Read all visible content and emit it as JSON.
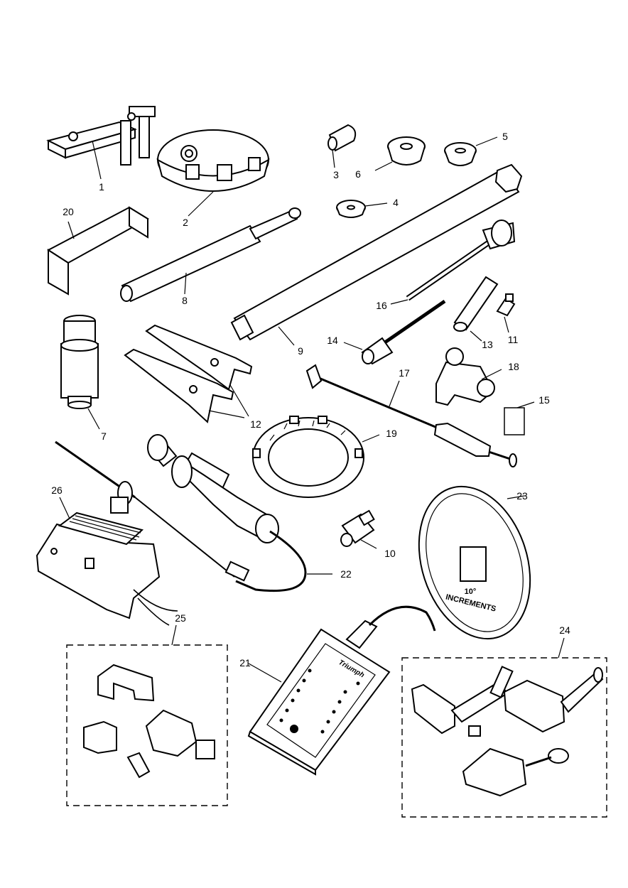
{
  "parts": [
    {
      "id": "1",
      "label": "1"
    },
    {
      "id": "2",
      "label": "2"
    },
    {
      "id": "3",
      "label": "3"
    },
    {
      "id": "4",
      "label": "4"
    },
    {
      "id": "5",
      "label": "5"
    },
    {
      "id": "6",
      "label": "6"
    },
    {
      "id": "7",
      "label": "7"
    },
    {
      "id": "8",
      "label": "8"
    },
    {
      "id": "9",
      "label": "9"
    },
    {
      "id": "10",
      "label": "10"
    },
    {
      "id": "11",
      "label": "11"
    },
    {
      "id": "12",
      "label": "12"
    },
    {
      "id": "13",
      "label": "13"
    },
    {
      "id": "14",
      "label": "14"
    },
    {
      "id": "15",
      "label": "15"
    },
    {
      "id": "16",
      "label": "16"
    },
    {
      "id": "17",
      "label": "17"
    },
    {
      "id": "18",
      "label": "18"
    },
    {
      "id": "19",
      "label": "19"
    },
    {
      "id": "20",
      "label": "20"
    },
    {
      "id": "21",
      "label": "21"
    },
    {
      "id": "22",
      "label": "22"
    },
    {
      "id": "23",
      "label": "23"
    },
    {
      "id": "24",
      "label": "24"
    },
    {
      "id": "25",
      "label": "25"
    },
    {
      "id": "26",
      "label": "26"
    }
  ],
  "degree_wheel": {
    "line1": "10°",
    "line2": "INCREMENTS"
  },
  "tester": {
    "brand": "Triumph"
  }
}
